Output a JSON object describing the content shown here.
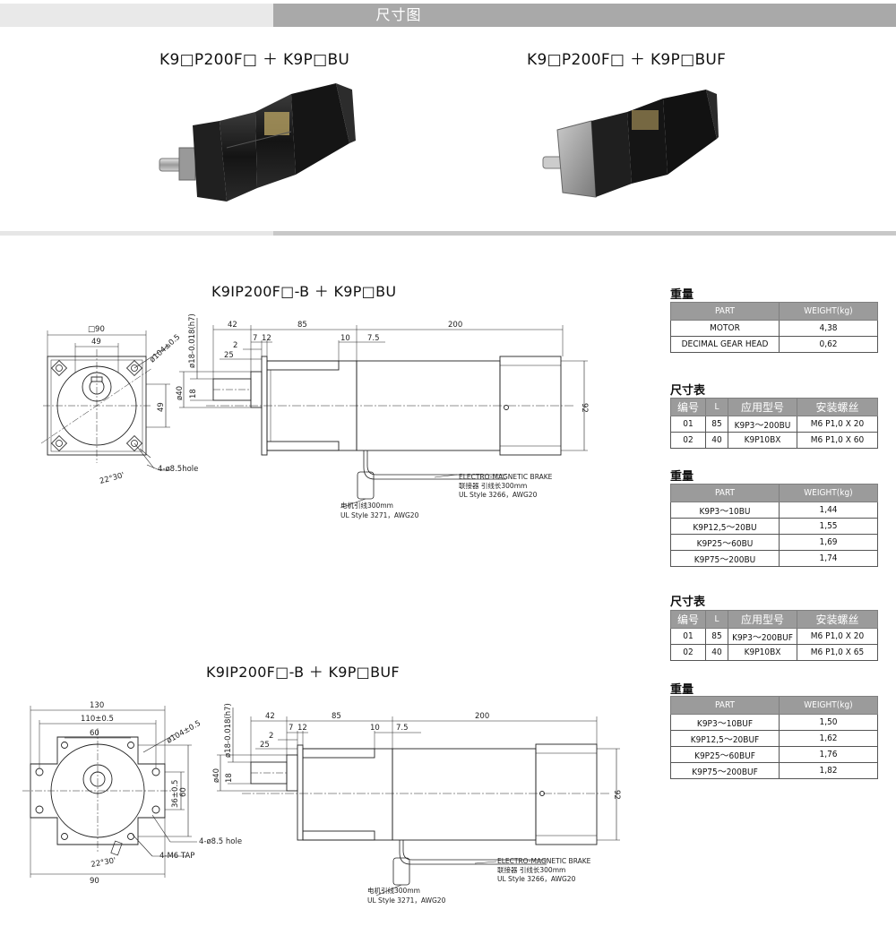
{
  "header": {
    "title": "尺寸图"
  },
  "products": [
    {
      "title": "K9□P200F□ ＋ K9P□BU"
    },
    {
      "title": "K9□P200F□ ＋ K9P□BUF"
    }
  ],
  "drawings": {
    "d1": {
      "title": "K9IP200F□-B ＋ K9P□BU",
      "dims": {
        "sq90": "□90",
        "d49": "49",
        "d104": "ø104±0.5",
        "shaft": "ø18-0.018(h7)",
        "d18": "18",
        "d40": "ø40",
        "d49v": "49",
        "d42": "42",
        "d85": "85",
        "d200": "200",
        "d7": "7",
        "d12": "12",
        "d2": "2",
        "d25": "25",
        "d10": "10",
        "d7_5": "7.5",
        "d92": "92",
        "hole": "4-ø8.5hole",
        "angle": "22°30'"
      },
      "notes": {
        "brake1": "ELECTRO-MAGNETIC BRAKE",
        "brake2": "联接器 引线长300mm",
        "brake3": "UL Style 3266，AWG20",
        "motor1": "电机引线300mm",
        "motor2": "UL Style 3271，AWG20"
      }
    },
    "d2": {
      "title": "K9IP200F□-B ＋ K9P□BUF",
      "dims": {
        "d130": "130",
        "d110": "110±0.5",
        "d60": "60",
        "d104": "ø104±0.5",
        "shaft": "ø18-0.018(h7)",
        "d36": "36±0.5",
        "d60v": "60",
        "d90": "90",
        "d40": "ø40",
        "d18": "18",
        "d42": "42",
        "d85": "85",
        "d200": "200",
        "d7": "7",
        "d12": "12",
        "d2": "2",
        "d25": "25",
        "d10": "10",
        "d7_5": "7.5",
        "d92": "92",
        "hole": "4-ø8.5 hole",
        "tap": "4-M6 TAP",
        "angle": "22°30'"
      },
      "notes": {
        "brake1": "ELECTRO-MAGNETIC BRAKE",
        "brake2": "联接器 引线长300mm",
        "brake3": "UL Style 3266，AWG20",
        "motor1": "电机引线300mm",
        "motor2": "UL Style 3271，AWG20"
      }
    }
  },
  "tables": {
    "w1": {
      "title": "重量",
      "headers": [
        "PART",
        "WEIGHT(kg)"
      ],
      "rows": [
        [
          "MOTOR",
          "4,38"
        ],
        [
          "DECIMAL GEAR HEAD",
          "0,62"
        ]
      ]
    },
    "s1": {
      "title": "尺寸表",
      "headers": [
        "编号",
        "L",
        "应用型号",
        "安装螺丝"
      ],
      "rows": [
        [
          "01",
          "85",
          "K9P3～200BU",
          "M6 P1,0 X 20"
        ],
        [
          "02",
          "40",
          "K9P10BX",
          "M6 P1,0 X 60"
        ]
      ]
    },
    "w2": {
      "title": "重量",
      "headers": [
        "PART",
        "WEIGHT(kg)"
      ],
      "rows": [
        [
          "K9P3～10BU",
          "1,44"
        ],
        [
          "K9P12,5～20BU",
          "1,55"
        ],
        [
          "K9P25～60BU",
          "1,69"
        ],
        [
          "K9P75～200BU",
          "1,74"
        ]
      ]
    },
    "s2": {
      "title": "尺寸表",
      "headers": [
        "编号",
        "L",
        "应用型号",
        "安装螺丝"
      ],
      "rows": [
        [
          "01",
          "85",
          "K9P3～200BUF",
          "M6 P1,0 X 20"
        ],
        [
          "02",
          "40",
          "K9P10BX",
          "M6 P1,0 X 65"
        ]
      ]
    },
    "w3": {
      "title": "重量",
      "headers": [
        "PART",
        "WEIGHT(kg)"
      ],
      "rows": [
        [
          "K9P3～10BUF",
          "1,50"
        ],
        [
          "K9P12,5～20BUF",
          "1,62"
        ],
        [
          "K9P25～60BUF",
          "1,76"
        ],
        [
          "K9P75～200BUF",
          "1,82"
        ]
      ]
    }
  },
  "colors": {
    "banner": "#a9a9a9",
    "table_header": "#9b9b9b",
    "motor_body": "#1b1b1b"
  }
}
